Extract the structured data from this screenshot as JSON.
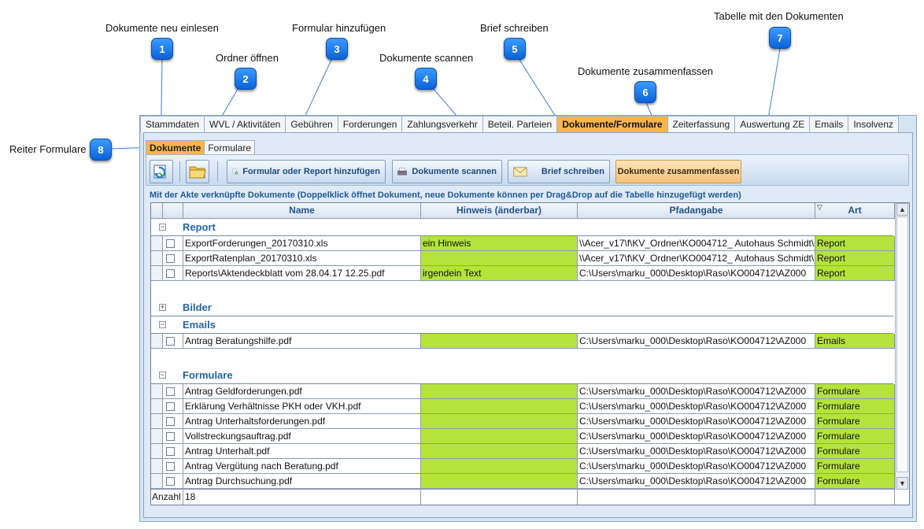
{
  "callouts": [
    {
      "num": "1",
      "label": "Dokumente neu einlesen"
    },
    {
      "num": "2",
      "label": "Ordner öffnen"
    },
    {
      "num": "3",
      "label": "Formular hinzufügen"
    },
    {
      "num": "4",
      "label": "Dokumente scannen"
    },
    {
      "num": "5",
      "label": "Brief schreiben"
    },
    {
      "num": "6",
      "label": "Dokumente zusammenfassen"
    },
    {
      "num": "7",
      "label": "Tabelle mit den Dokumenten"
    },
    {
      "num": "8",
      "label": "Reiter Formulare"
    }
  ],
  "main_tabs": [
    "Stammdaten",
    "WVL / Aktivitäten",
    "Gebühren",
    "Forderungen",
    "Zahlungsverkehr",
    "Beteil. Parteien",
    "Dokumente/Formulare",
    "Zeiterfassung",
    "Auswertung ZE",
    "Emails",
    "Insolvenz"
  ],
  "active_main_tab": "Dokumente/Formulare",
  "sub_tabs": [
    "Dokumente",
    "Formulare"
  ],
  "toolbar": {
    "add_form_label": "Formular oder Report hinzufügen",
    "scan_label": "Dokumente scannen",
    "letter_label": "Brief schreiben",
    "merge_label": "Dokumente zusammenfassen"
  },
  "hint_text": "Mit der Akte verknüpfte Dokumente (Doppelklick öffnet Dokument, neue Dokumente können per Drag&Drop auf die Tabelle hinzugefügt werden)",
  "columns": {
    "name": "Name",
    "hinweis": "Hinweis (änderbar)",
    "pfad": "Pfadangabe",
    "art": "Art"
  },
  "groups": [
    {
      "title": "Report",
      "toggle": "−",
      "rows": [
        {
          "name": "ExportForderungen_20170310.xls",
          "hinweis": "ein Hinweis",
          "pfad": "\\\\Acer_v17\\f\\KV_Ordner\\KO004712_ Autohaus Schmidt\\",
          "art": "Report"
        },
        {
          "name": "ExportRatenplan_20170310.xls",
          "hinweis": "",
          "pfad": "\\\\Acer_v17\\f\\KV_Ordner\\KO004712_ Autohaus Schmidt\\",
          "art": "Report"
        },
        {
          "name": "Reports\\Aktendeckblatt vom 28.04.17 12.25.pdf",
          "hinweis": "irgendein Text",
          "pfad": "C:\\Users\\marku_000\\Desktop\\Raso\\KO004712\\AZ000",
          "art": "Report"
        }
      ]
    },
    {
      "title": "Bilder",
      "toggle": "+",
      "rows": []
    },
    {
      "title": "Emails",
      "toggle": "−",
      "rows": [
        {
          "name": "Antrag Beratungshilfe.pdf",
          "hinweis": "",
          "pfad": "C:\\Users\\marku_000\\Desktop\\Raso\\KO004712\\AZ000",
          "art": "Emails"
        }
      ]
    },
    {
      "title": "Formulare",
      "toggle": "−",
      "rows": [
        {
          "name": "Antrag Geldforderungen.pdf",
          "hinweis": "",
          "pfad": "C:\\Users\\marku_000\\Desktop\\Raso\\KO004712\\AZ000",
          "art": "Formulare"
        },
        {
          "name": "Erklärung Verhältnisse PKH oder VKH.pdf",
          "hinweis": "",
          "pfad": "C:\\Users\\marku_000\\Desktop\\Raso\\KO004712\\AZ000",
          "art": "Formulare"
        },
        {
          "name": "Antrag Unterhaltsforderungen.pdf",
          "hinweis": "",
          "pfad": "C:\\Users\\marku_000\\Desktop\\Raso\\KO004712\\AZ000",
          "art": "Formulare"
        },
        {
          "name": "Vollstreckungsauftrag.pdf",
          "hinweis": "",
          "pfad": "C:\\Users\\marku_000\\Desktop\\Raso\\KO004712\\AZ000",
          "art": "Formulare"
        },
        {
          "name": "Antrag Unterhalt.pdf",
          "hinweis": "",
          "pfad": "C:\\Users\\marku_000\\Desktop\\Raso\\KO004712\\AZ000",
          "art": "Formulare"
        },
        {
          "name": "Antrag Vergütung nach Beratung.pdf",
          "hinweis": "",
          "pfad": "C:\\Users\\marku_000\\Desktop\\Raso\\KO004712\\AZ000",
          "art": "Formulare"
        },
        {
          "name": "Antrag Durchsuchung.pdf",
          "hinweis": "",
          "pfad": "C:\\Users\\marku_000\\Desktop\\Raso\\KO004712\\AZ000",
          "art": "Formulare"
        }
      ]
    }
  ],
  "footer": {
    "label": "Anzahl",
    "count": "18"
  },
  "colors": {
    "accent_tab": "#f7b64c",
    "green_cell": "#b5e33b",
    "badge": "#1a7df0"
  },
  "icons": {
    "refresh": "refresh-documents-icon",
    "folder": "folder-open-icon",
    "add_form": "add-form-icon",
    "scan": "scanner-icon",
    "letter": "letter-icon"
  }
}
